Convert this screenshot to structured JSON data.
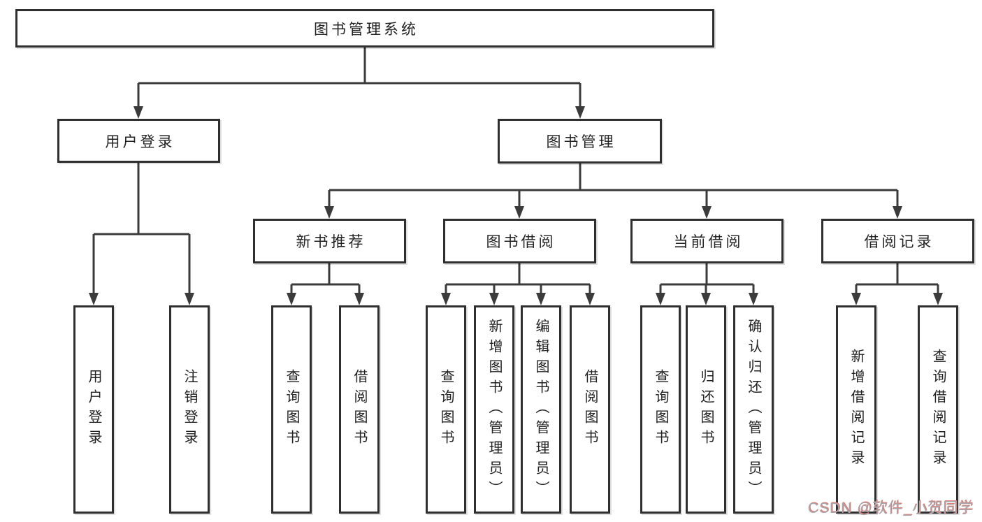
{
  "diagram": {
    "root": {
      "label": "图书管理系统"
    },
    "user_branch": {
      "label": "用户登录",
      "children": [
        {
          "label": "用户登录"
        },
        {
          "label": "注销登录"
        }
      ]
    },
    "book_branch": {
      "label": "图书管理",
      "sections": [
        {
          "label": "新书推荐",
          "children": [
            {
              "label": "查询图书"
            },
            {
              "label": "借阅图书"
            }
          ]
        },
        {
          "label": "图书借阅",
          "children": [
            {
              "label": "查询图书"
            },
            {
              "label": "新增图书（管理员）"
            },
            {
              "label": "编辑图书（管理员）"
            },
            {
              "label": "借阅图书"
            }
          ]
        },
        {
          "label": "当前借阅",
          "children": [
            {
              "label": "查询图书"
            },
            {
              "label": "归还图书"
            },
            {
              "label": "确认归还（管理员）"
            }
          ]
        },
        {
          "label": "借阅记录",
          "children": [
            {
              "label": "新增借阅记录"
            },
            {
              "label": "查询借阅记录"
            }
          ]
        }
      ]
    }
  },
  "watermark": {
    "text": "CSDN @软件_小贺同学"
  },
  "colors": {
    "line": "#3b3b3b",
    "box_border": "#2f2f2f",
    "box_fill": "#ffffff",
    "text": "#222222",
    "background": "#ffffff",
    "watermark": "#a6a6ac",
    "watermark_accent": "#e07a72"
  }
}
